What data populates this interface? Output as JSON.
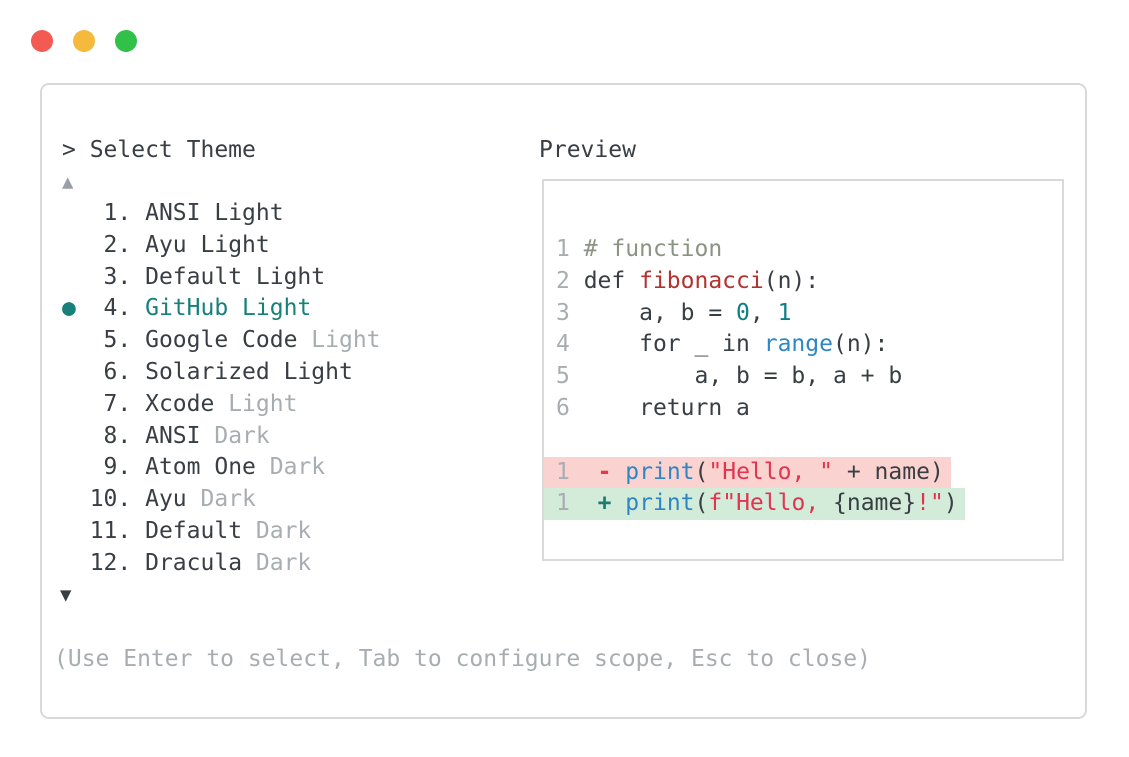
{
  "window": {
    "traffic_lights": [
      {
        "name": "close",
        "color": "#f25a52"
      },
      {
        "name": "minimize",
        "color": "#f5b93d"
      },
      {
        "name": "zoom",
        "color": "#31c048"
      }
    ]
  },
  "selector": {
    "prompt": "> Select Theme",
    "scroll_up_glyph": "▲",
    "scroll_down_glyph": "▼",
    "selected_bullet": "●",
    "items": [
      {
        "num": "1",
        "name": "ANSI",
        "variant": "Light",
        "variant_muted": false,
        "selected": false
      },
      {
        "num": "2",
        "name": "Ayu",
        "variant": "Light",
        "variant_muted": false,
        "selected": false
      },
      {
        "num": "3",
        "name": "Default",
        "variant": "Light",
        "variant_muted": false,
        "selected": false
      },
      {
        "num": "4",
        "name": "GitHub",
        "variant": "Light",
        "variant_muted": false,
        "selected": true
      },
      {
        "num": "5",
        "name": "Google Code",
        "variant": "Light",
        "variant_muted": true,
        "selected": false
      },
      {
        "num": "6",
        "name": "Solarized",
        "variant": "Light",
        "variant_muted": false,
        "selected": false
      },
      {
        "num": "7",
        "name": "Xcode",
        "variant": "Light",
        "variant_muted": true,
        "selected": false
      },
      {
        "num": "8",
        "name": "ANSI",
        "variant": "Dark",
        "variant_muted": true,
        "selected": false
      },
      {
        "num": "9",
        "name": "Atom One",
        "variant": "Dark",
        "variant_muted": true,
        "selected": false
      },
      {
        "num": "10",
        "name": "Ayu",
        "variant": "Dark",
        "variant_muted": true,
        "selected": false
      },
      {
        "num": "11",
        "name": "Default",
        "variant": "Dark",
        "variant_muted": true,
        "selected": false
      },
      {
        "num": "12",
        "name": "Dracula",
        "variant": "Dark",
        "variant_muted": true,
        "selected": false
      }
    ],
    "footer_hint": "(Use Enter to select, Tab to configure scope, Esc to close)"
  },
  "preview": {
    "label": "Preview",
    "code_lines": [
      {
        "num": "1",
        "kind": "code",
        "tokens": [
          {
            "s": "comment",
            "t": "# function"
          }
        ]
      },
      {
        "num": "2",
        "kind": "code",
        "tokens": [
          {
            "s": "text",
            "t": "def "
          },
          {
            "s": "function",
            "t": "fibonacci"
          },
          {
            "s": "text",
            "t": "(n):"
          }
        ]
      },
      {
        "num": "3",
        "kind": "code",
        "tokens": [
          {
            "s": "text",
            "t": "    a, b = "
          },
          {
            "s": "number",
            "t": "0"
          },
          {
            "s": "text",
            "t": ", "
          },
          {
            "s": "number",
            "t": "1"
          }
        ]
      },
      {
        "num": "4",
        "kind": "code",
        "tokens": [
          {
            "s": "text",
            "t": "    for _ in "
          },
          {
            "s": "builtin",
            "t": "range"
          },
          {
            "s": "text",
            "t": "(n):"
          }
        ]
      },
      {
        "num": "5",
        "kind": "code",
        "tokens": [
          {
            "s": "text",
            "t": "        a, b = b, a + b"
          }
        ]
      },
      {
        "num": "6",
        "kind": "code",
        "tokens": [
          {
            "s": "text",
            "t": "    return a"
          }
        ]
      },
      {
        "num": "",
        "kind": "blank",
        "tokens": []
      },
      {
        "num": "1",
        "kind": "removed",
        "tokens": [
          {
            "s": "text",
            "t": " "
          },
          {
            "s": "diff-minus",
            "t": "-"
          },
          {
            "s": "text",
            "t": " "
          },
          {
            "s": "builtin",
            "t": "print"
          },
          {
            "s": "text",
            "t": "("
          },
          {
            "s": "string",
            "t": "\"Hello, \""
          },
          {
            "s": "text",
            "t": " + name)"
          }
        ]
      },
      {
        "num": "1",
        "kind": "added",
        "tokens": [
          {
            "s": "text",
            "t": " "
          },
          {
            "s": "diff-plus",
            "t": "+"
          },
          {
            "s": "text",
            "t": " "
          },
          {
            "s": "builtin",
            "t": "print"
          },
          {
            "s": "text",
            "t": "("
          },
          {
            "s": "string",
            "t": "f\"Hello, "
          },
          {
            "s": "text",
            "t": "{name}"
          },
          {
            "s": "string",
            "t": "!\""
          },
          {
            "s": "text",
            "t": ")"
          }
        ]
      }
    ]
  },
  "colors": {
    "window_bg": "#ffffff",
    "border": "#d9d9d9",
    "text": "#383e44",
    "muted": "#a8adb1",
    "scroll_gray": "#9aa0a6",
    "accent_teal": "#17807b",
    "comment": "#8b9383",
    "function_red": "#b23230",
    "string_crimson": "#e23350",
    "builtin_blue": "#2e86c5",
    "number_teal": "#0e7e85",
    "diff_plus_teal": "#1c7c6d",
    "diff_minus_red": "#e23b4d",
    "removed_bg": "#fad2cf",
    "added_bg": "#d3ecd9"
  }
}
